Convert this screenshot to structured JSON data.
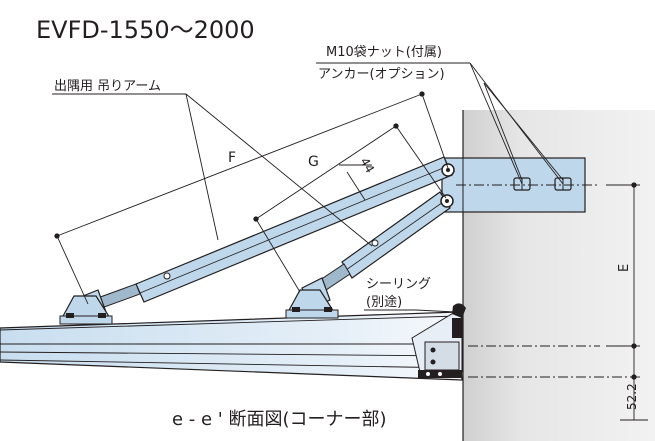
{
  "title": "EVFD-1550～2000",
  "caption": "e - e ' 断面図(コーナー部)",
  "labels": {
    "arm": "出隅用 吊りアーム",
    "nut": "M10袋ナット(付属)",
    "anchor": "アンカー(オプション)",
    "sealing_1": "シーリング",
    "sealing_2": "(別途)",
    "dim_f": "F",
    "dim_g": "G",
    "dim_44": "44",
    "dim_e": "E",
    "dim_52": "52.2"
  },
  "colors": {
    "steel": "#bed7ea",
    "wall": "#dcdcdc",
    "line": "#231f20"
  }
}
